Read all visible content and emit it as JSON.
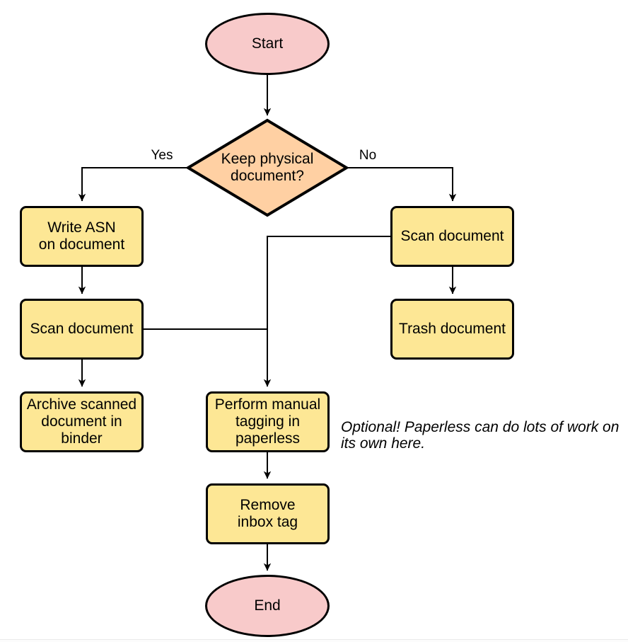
{
  "diagram": {
    "nodes": {
      "start": {
        "label": "Start",
        "type": "terminal"
      },
      "decision": {
        "label": "Keep physical\ndocument?",
        "type": "decision"
      },
      "write_asn": {
        "label": "Write ASN\non document",
        "type": "process"
      },
      "scan_left": {
        "label": "Scan document",
        "type": "process"
      },
      "archive": {
        "label": "Archive scanned\ndocument in\nbinder",
        "type": "process"
      },
      "scan_right": {
        "label": "Scan document",
        "type": "process"
      },
      "trash": {
        "label": "Trash document",
        "type": "process"
      },
      "tagging": {
        "label": "Perform manual\ntagging in\npaperless",
        "type": "process"
      },
      "remove_inbox": {
        "label": "Remove\ninbox tag",
        "type": "process"
      },
      "end": {
        "label": "End",
        "type": "terminal"
      }
    },
    "edge_labels": {
      "yes": "Yes",
      "no": "No"
    },
    "annotation": "Optional! Paperless can do lots of work on\nits own here.",
    "colors": {
      "terminal_fill": "#f8caca",
      "decision_fill": "#ffd0a3",
      "process_fill": "#fde795",
      "stroke": "#000000"
    }
  }
}
